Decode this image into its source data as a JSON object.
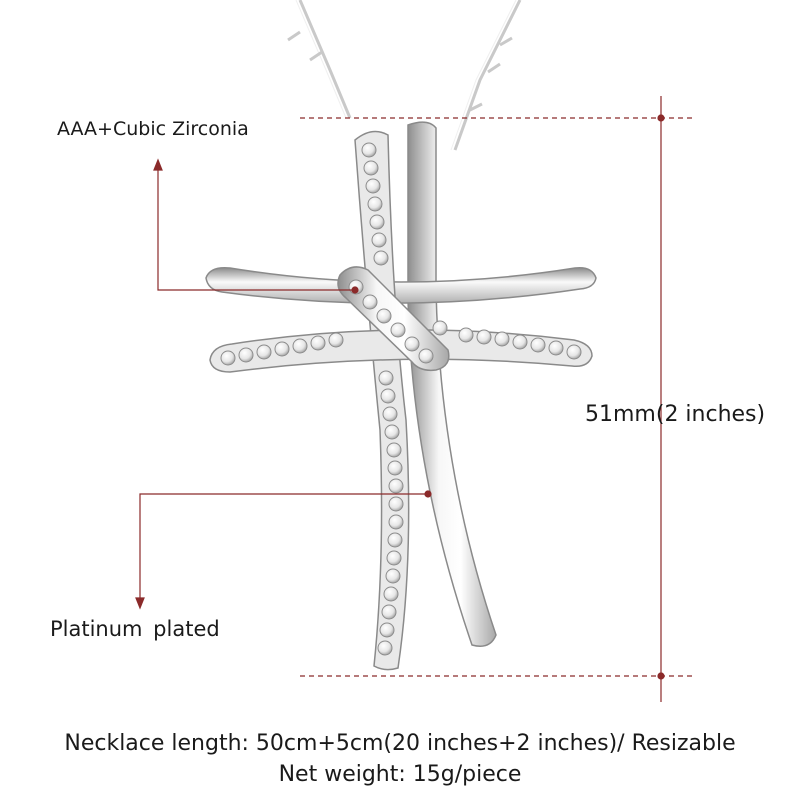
{
  "annotations": {
    "stones_label": "AAA+Cubic Zirconia",
    "plating_label": "Platinum plated",
    "size_label": "51mm(2 inches)"
  },
  "caption": {
    "length_line": "Necklace length: 50cm+5cm(20 inches+2 inches)/ Resizable",
    "weight_line": "Net weight: 15g/piece"
  },
  "colors": {
    "background": "#ffffff",
    "guide_line": "#8b2a2a",
    "text": "#1a1a1a",
    "metal_light": "#f4f4f4",
    "metal_dark": "#9a9a9a"
  }
}
